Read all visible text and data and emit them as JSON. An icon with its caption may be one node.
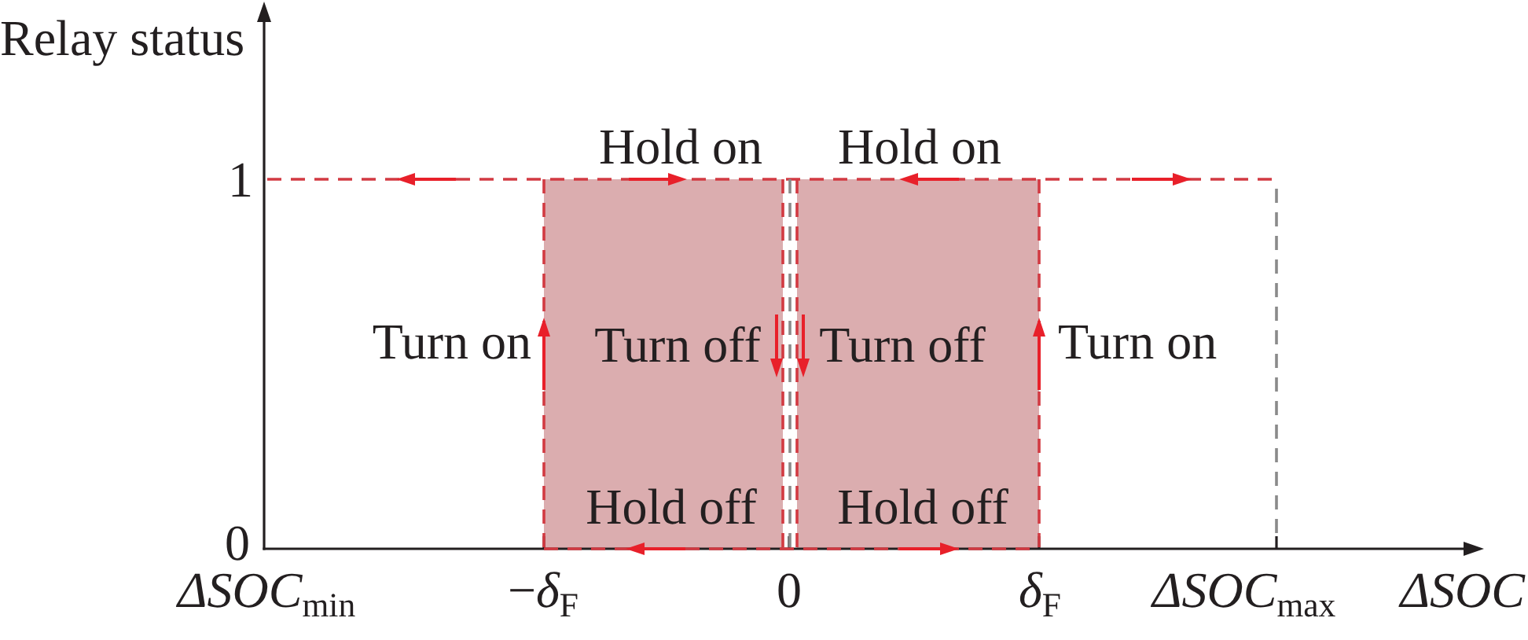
{
  "diagram": {
    "nodes": [
      {
        "text": [
          "Hold on",
          "Turn off",
          "Hold off"
        ],
        "beside": [
          "Turn on"
        ]
      },
      {
        "text": [
          "Hold on",
          "Turn off",
          "Hold off"
        ],
        "beside": [
          "Turn on"
        ]
      }
    ],
    "labels": [
      "Relay status",
      "1",
      "0",
      "*ΔSOC*$_{min}$",
      "−*δ*$_{F}$",
      "0",
      "*δ*$_{F}$",
      "*ΔSOC*$_{max}$",
      "*ΔSOC*"
    ]
  }
}
